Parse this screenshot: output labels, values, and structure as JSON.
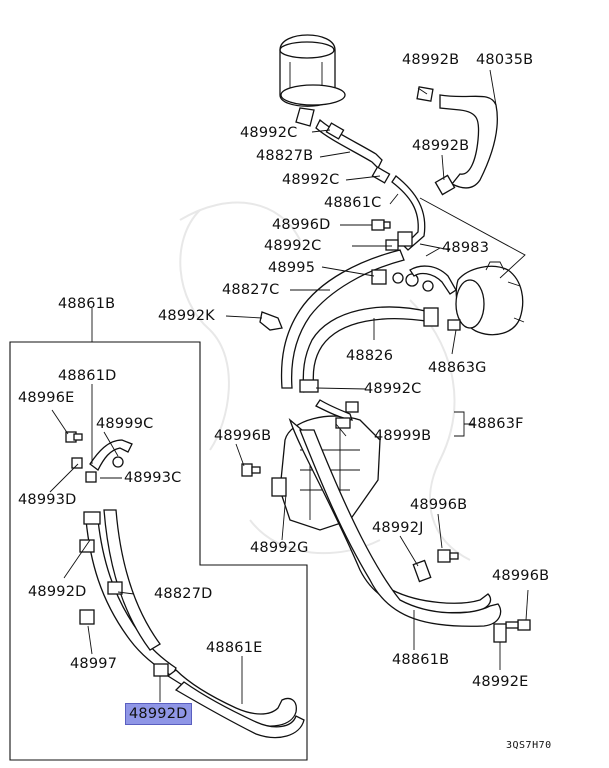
{
  "labels": {
    "p48992B_a": "48992B",
    "p48035B": "48035B",
    "p48992C_a": "48992C",
    "p48827B": "48827B",
    "p48992B_b": "48992B",
    "p48992C_b": "48992C",
    "p48861C": "48861C",
    "p48996D": "48996D",
    "p48992C_c": "48992C",
    "p48983": "48983",
    "p48995": "48995",
    "p48827C": "48827C",
    "p48861B": "48861B",
    "p48992K": "48992K",
    "p48826": "48826",
    "p48863G": "48863G",
    "p48861D": "48861D",
    "p48992C_d": "48992C",
    "p48996E": "48996E",
    "p48999C": "48999C",
    "p48863F": "48863F",
    "p48996B_a": "48996B",
    "p48999B": "48999B",
    "p48993C": "48993C",
    "p48993D": "48993D",
    "p48996B_b": "48996B",
    "p48992J": "48992J",
    "p48992G": "48992G",
    "p48992D_a": "48992D",
    "p48827D": "48827D",
    "p48996B_c": "48996B",
    "p48861E": "48861E",
    "p48997": "48997",
    "p48861B_b": "48861B",
    "p48992E": "48992E",
    "p48992D_hl": "48992D"
  },
  "diagram_code": "3QS7H70",
  "highlight_color": "#8f96e6"
}
